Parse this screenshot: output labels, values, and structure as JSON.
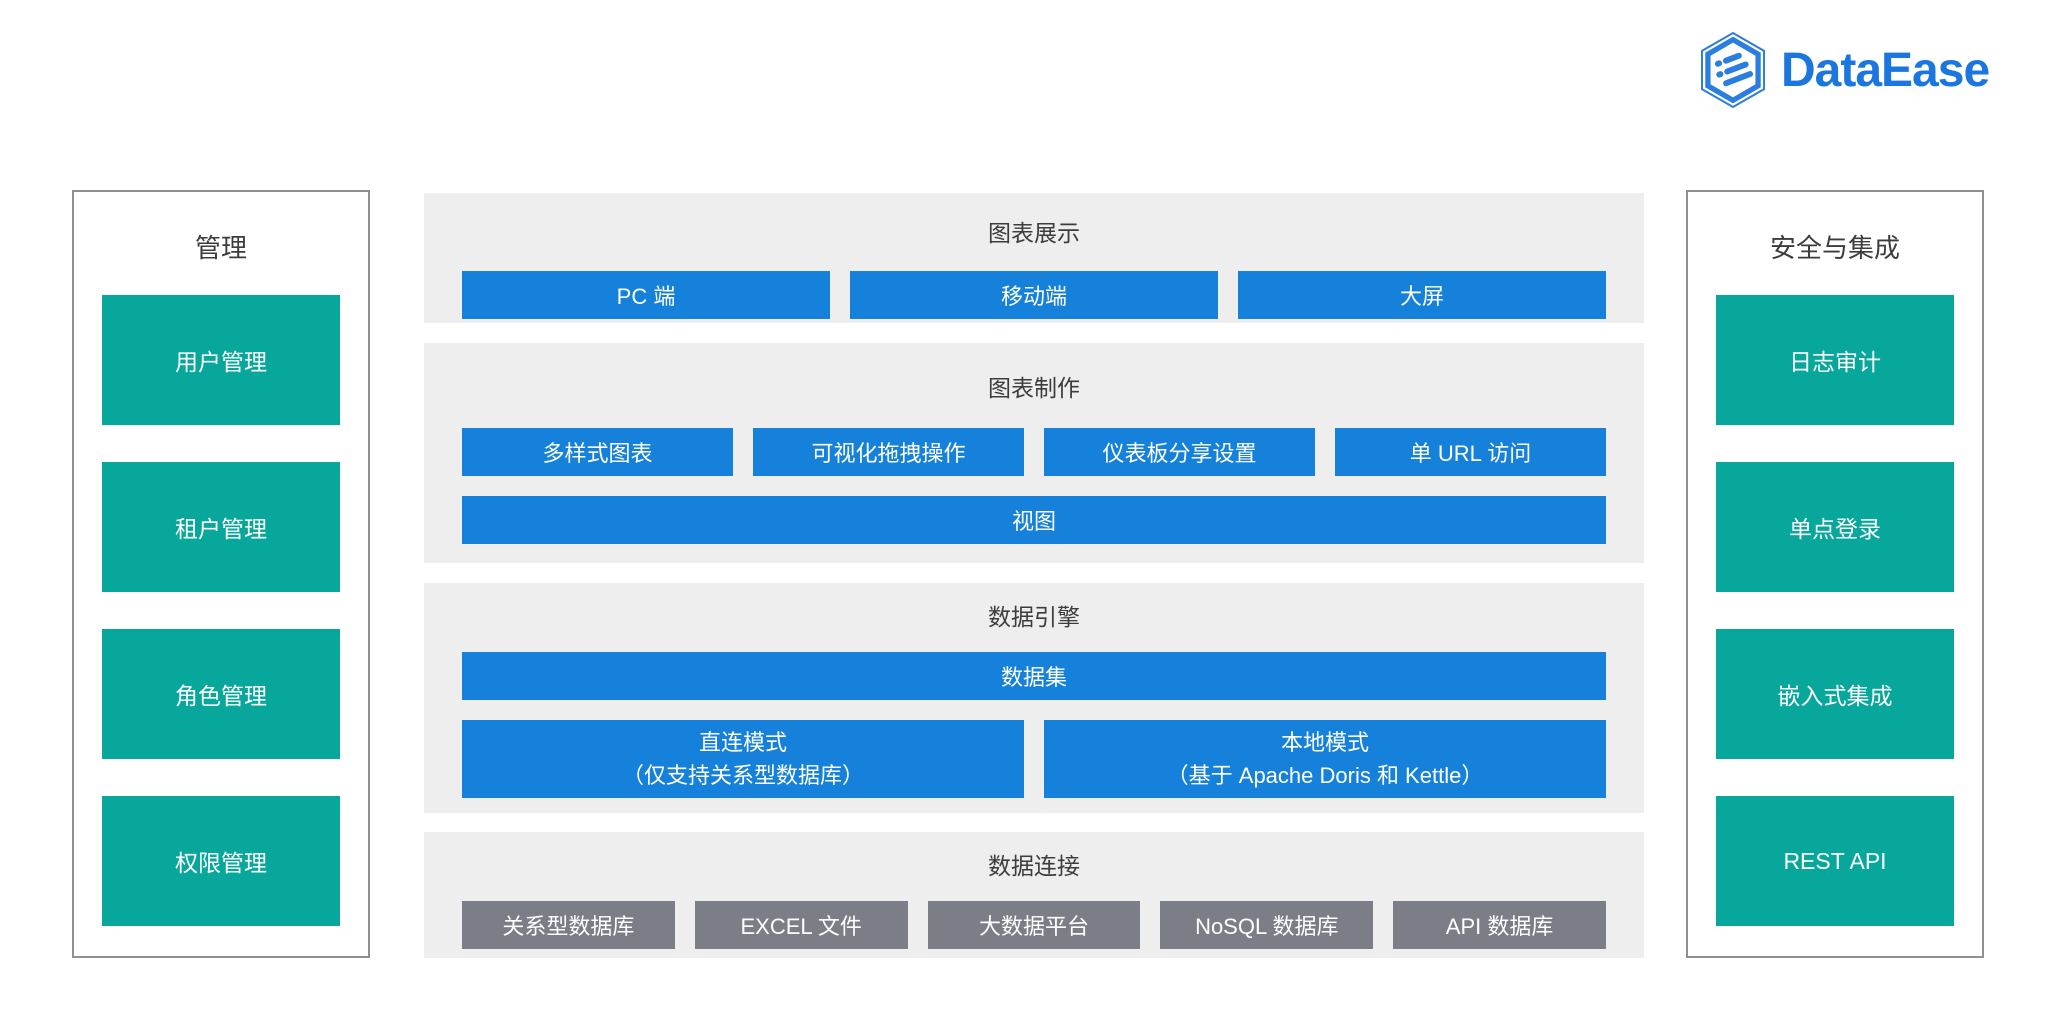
{
  "brand": {
    "name": "DataEase"
  },
  "left_panel": {
    "title": "管理",
    "items": [
      "用户管理",
      "租户管理",
      "角色管理",
      "权限管理"
    ]
  },
  "right_panel": {
    "title": "安全与集成",
    "items": [
      "日志审计",
      "单点登录",
      "嵌入式集成",
      "REST API"
    ]
  },
  "sections": [
    {
      "title": "图表展示",
      "buttons": [
        "PC 端",
        "移动端",
        "大屏"
      ]
    },
    {
      "title": "图表制作",
      "buttons": [
        "多样式图表",
        "可视化拖拽操作",
        "仪表板分享设置",
        "单 URL 访问"
      ],
      "full_button": "视图"
    },
    {
      "title": "数据引擎",
      "full_button": "数据集",
      "modes": [
        {
          "line1": "直连模式",
          "line2": "（仅支持关系型数据库）"
        },
        {
          "line1": "本地模式",
          "line2": "（基于 Apache Doris 和 Kettle）"
        }
      ]
    },
    {
      "title": "数据连接",
      "buttons": [
        "关系型数据库",
        "EXCEL 文件",
        "大数据平台",
        "NoSQL 数据库",
        "API 数据库"
      ]
    }
  ],
  "colors": {
    "logo_blue": "#1B76E0",
    "accent_blue": "#1581DB",
    "teal": "#07A79B",
    "connector_gray": "#7B7E87",
    "section_bg": "#EEEEEF"
  }
}
